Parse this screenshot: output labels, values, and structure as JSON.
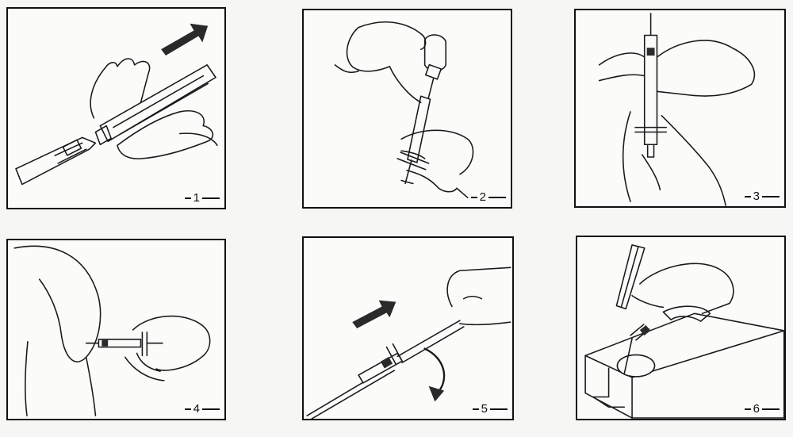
{
  "steps": [
    {
      "number": "1"
    },
    {
      "number": "2"
    },
    {
      "number": "3"
    },
    {
      "number": "4"
    },
    {
      "number": "5"
    },
    {
      "number": "6"
    }
  ],
  "colors": {
    "ink": "#1a1a1a",
    "arrow": "#2a2a2a",
    "paper": "#fbfbfa"
  }
}
